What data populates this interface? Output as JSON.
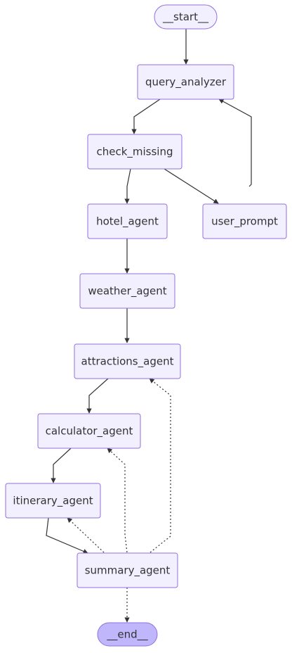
{
  "graph": {
    "nodes": {
      "start": "__start__",
      "query_analyzer": "query_analyzer",
      "check_missing": "check_missing",
      "hotel_agent": "hotel_agent",
      "user_prompt": "user_prompt",
      "weather_agent": "weather_agent",
      "attractions_agent": "attractions_agent",
      "calculator_agent": "calculator_agent",
      "itinerary_agent": "itinerary_agent",
      "summary_agent": "summary_agent",
      "end": "__end__"
    },
    "edges": [
      {
        "from": "start",
        "to": "query_analyzer",
        "style": "solid"
      },
      {
        "from": "query_analyzer",
        "to": "check_missing",
        "style": "solid"
      },
      {
        "from": "check_missing",
        "to": "hotel_agent",
        "style": "solid"
      },
      {
        "from": "check_missing",
        "to": "user_prompt",
        "style": "solid"
      },
      {
        "from": "user_prompt",
        "to": "query_analyzer",
        "style": "solid"
      },
      {
        "from": "hotel_agent",
        "to": "weather_agent",
        "style": "solid"
      },
      {
        "from": "weather_agent",
        "to": "attractions_agent",
        "style": "solid"
      },
      {
        "from": "attractions_agent",
        "to": "calculator_agent",
        "style": "solid"
      },
      {
        "from": "calculator_agent",
        "to": "itinerary_agent",
        "style": "solid"
      },
      {
        "from": "itinerary_agent",
        "to": "summary_agent",
        "style": "solid"
      },
      {
        "from": "summary_agent",
        "to": "itinerary_agent",
        "style": "dotted"
      },
      {
        "from": "summary_agent",
        "to": "calculator_agent",
        "style": "dotted"
      },
      {
        "from": "summary_agent",
        "to": "attractions_agent",
        "style": "dotted"
      },
      {
        "from": "summary_agent",
        "to": "end",
        "style": "dotted"
      }
    ]
  },
  "colors": {
    "node_fill": "#f2f0ff",
    "node_stroke": "#9370db",
    "end_fill": "#bfb6fc",
    "edge": "#333333",
    "text": "#333333"
  }
}
